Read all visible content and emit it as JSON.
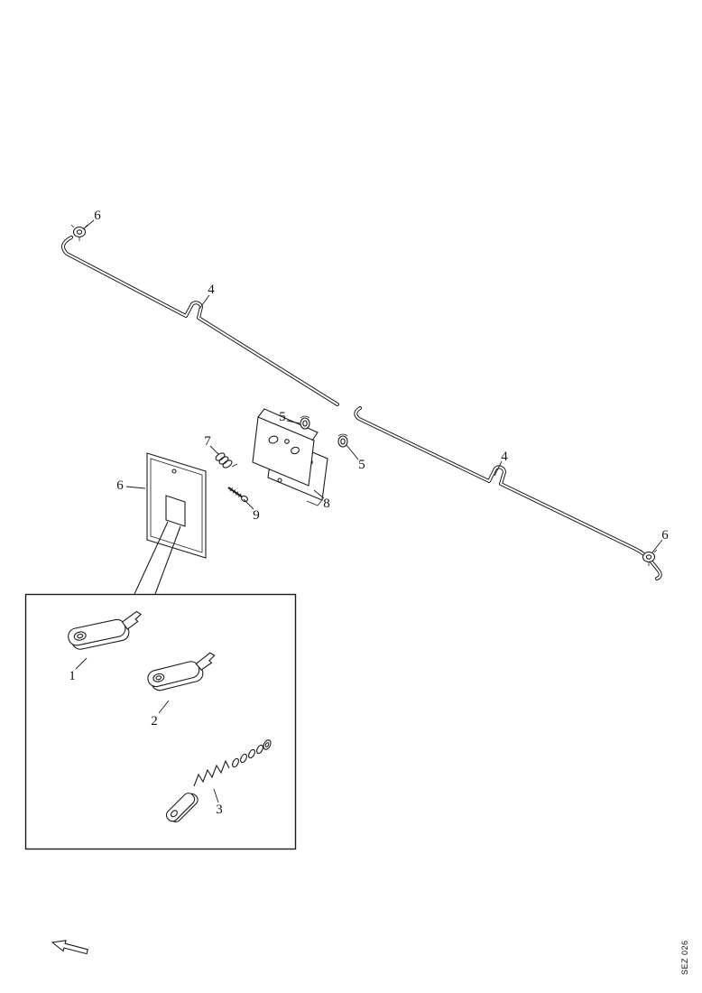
{
  "figure": {
    "code": "SEZ 026"
  },
  "callouts": [
    {
      "part": "retainer-clip-top-left",
      "label": "6"
    },
    {
      "part": "rod-bend-upper",
      "label": "4"
    },
    {
      "part": "bushing-upper",
      "label": "5"
    },
    {
      "part": "spring-clip",
      "label": "7"
    },
    {
      "part": "lock-plate",
      "label": "6"
    },
    {
      "part": "latch-bracket",
      "label": "8"
    },
    {
      "part": "screw",
      "label": "9"
    },
    {
      "part": "bushing-lower",
      "label": "5"
    },
    {
      "part": "rod-bend-lower",
      "label": "4"
    },
    {
      "part": "retainer-clip-bottom-right",
      "label": "6"
    },
    {
      "part": "key-wing",
      "label": "1"
    },
    {
      "part": "key-plain",
      "label": "2"
    },
    {
      "part": "lock-cylinder-set",
      "label": "3"
    }
  ]
}
